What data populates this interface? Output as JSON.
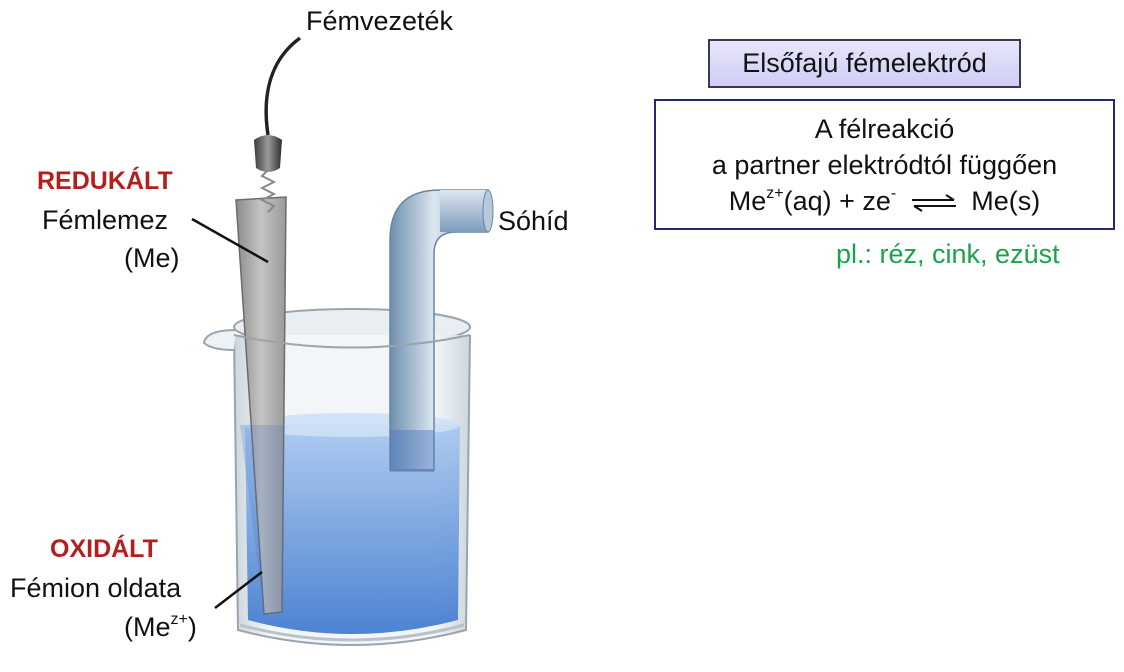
{
  "labels": {
    "wire": "Fémvezeték",
    "reduced_title": "REDUKÁLT",
    "plate_line1": "Fémlemez",
    "plate_line2": "(Me)",
    "salt_bridge": "Sóhíd",
    "oxidized_title": "OXIDÁLT",
    "solution_line1": "Fémion oldata",
    "solution_me": "(Me",
    "solution_sup": "z+",
    "solution_close": ")"
  },
  "info": {
    "title": "Elsőfajú fémelektród",
    "line1": "A félreakció",
    "line2": "a partner elektródtól függően",
    "eq_me": "Me",
    "eq_sup": "z+",
    "eq_left": "(aq) + ze",
    "eq_minus": "-",
    "eq_right": "Me(s)",
    "examples": "pl.: réz, cink, ezüst"
  },
  "colors": {
    "reduced": "#b51e1e",
    "oxidized": "#b51e1e",
    "examples": "#1aa34a",
    "box_border": "#222a78",
    "solution": "#5b8fd6"
  }
}
